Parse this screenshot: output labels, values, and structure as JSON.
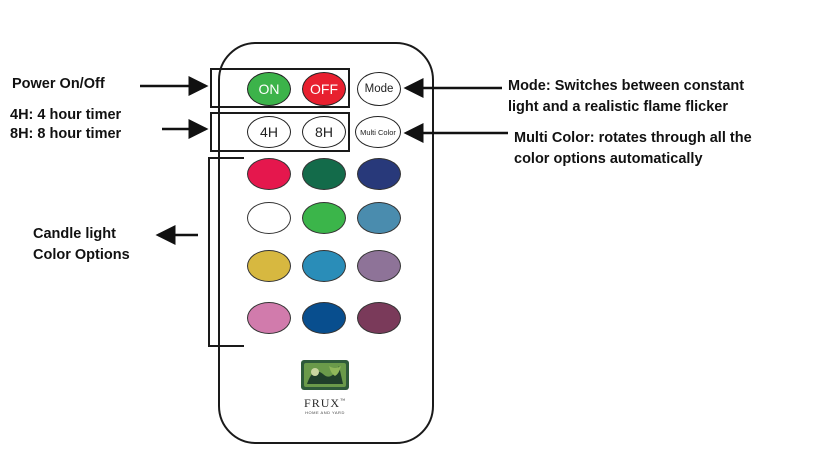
{
  "annotations": {
    "power": "Power On/Off",
    "timer_line1": "4H: 4 hour timer",
    "timer_line2": "8H: 8 hour timer",
    "colors_line1": "Candle light",
    "colors_line2": "Color Options",
    "mode_line1": "Mode: Switches between constant",
    "mode_line2": "light and a realistic flame flicker",
    "multi_line1": "Multi Color: rotates through all the",
    "multi_line2": "color options automatically"
  },
  "buttons": {
    "on": {
      "label": "ON",
      "color": "#3cb34a"
    },
    "off": {
      "label": "OFF",
      "color": "#e8202f"
    },
    "mode": {
      "label": "Mode"
    },
    "timer_4h": {
      "label": "4H"
    },
    "timer_8h": {
      "label": "8H"
    },
    "multi_color": {
      "label": "Multi Color"
    }
  },
  "color_options": [
    [
      "#e5174d",
      "#136b4a",
      "#28397a"
    ],
    [
      "#ffffff",
      "#3bb54a",
      "#4a8cae"
    ],
    [
      "#d7b840",
      "#2a8db8",
      "#8e7398"
    ],
    [
      "#d17bac",
      "#084e8e",
      "#7a3a5a"
    ]
  ],
  "logo": {
    "brand": "FRUX",
    "tagline": "HOME AND YARD",
    "trademark": "™"
  }
}
